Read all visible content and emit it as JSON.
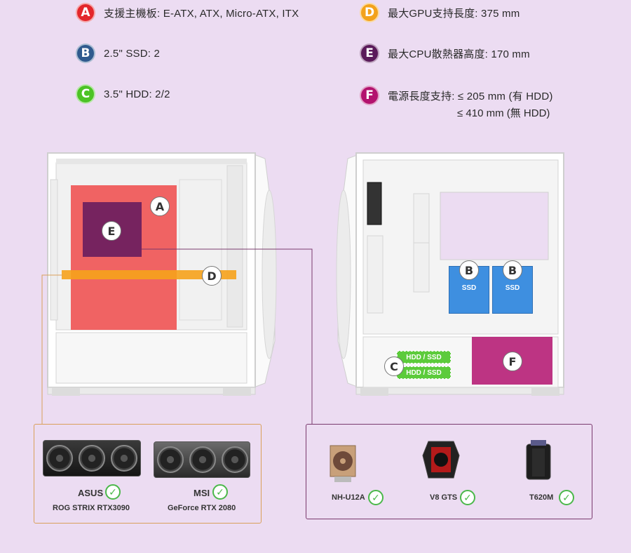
{
  "specs": [
    {
      "badge": "A",
      "color": "#e3262b",
      "text": "支援主機板: E-ATX, ATX, Micro-ATX, ITX"
    },
    {
      "badge": "B",
      "color": "#2f5a8e",
      "text": "2.5\" SSD: 2"
    },
    {
      "badge": "C",
      "color": "#4cc325",
      "text": "3.5\" HDD: 2/2"
    },
    {
      "badge": "D",
      "color": "#f3a21b",
      "text": "最大GPU支持長度: 375 mm"
    },
    {
      "badge": "E",
      "color": "#5a1a5a",
      "text": "最大CPU散熱器高度: 170 mm"
    },
    {
      "badge": "F",
      "color": "#b3126e",
      "text": "電源長度支持: ≤ 205 mm (有 HDD)",
      "text2": "≤ 410 mm (無 HDD)"
    }
  ],
  "front_markers": {
    "a": "A",
    "e": "E",
    "d": "D"
  },
  "rear_markers": {
    "b1": "B",
    "b2": "B",
    "c": "C",
    "f": "F"
  },
  "ssd_label": "SSD",
  "hdd_label": "HDD / SSD",
  "gpus": [
    {
      "brand": "ASUS",
      "model": "ROG STRIX RTX3090"
    },
    {
      "brand": "MSI",
      "model": "GeForce RTX 2080"
    }
  ],
  "coolers": [
    {
      "name": "NH-U12A"
    },
    {
      "name": "V8 GTS"
    },
    {
      "name": "T620M"
    }
  ],
  "check_icon": "✓",
  "colors": {
    "gpu_panel_border": "#d9a05a",
    "cooler_panel_border": "#7a3a6e",
    "zone_red": "#f04a4a",
    "zone_purple": "#6b1d5e",
    "zone_orange": "#f6a21b",
    "zone_magenta": "#b3126e"
  }
}
